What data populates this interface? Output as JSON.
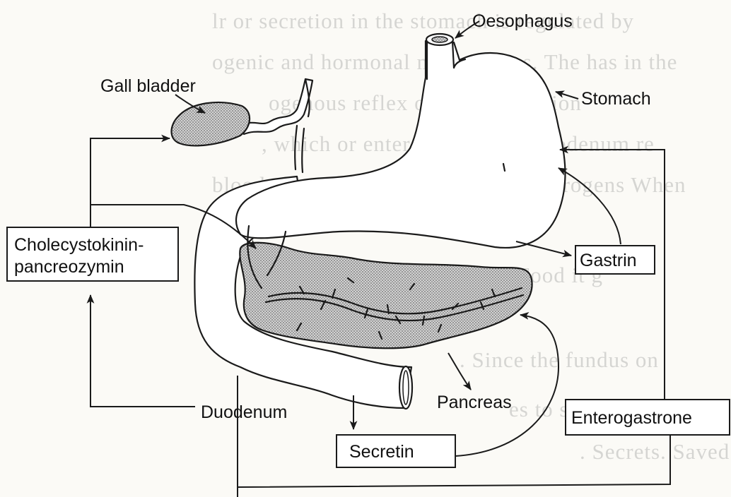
{
  "labels": {
    "oesophagus": "Oesophagus",
    "stomach": "Stomach",
    "gall_bladder": "Gall bladder",
    "duodenum": "Duodenum",
    "pancreas": "Pancreas"
  },
  "hormone_boxes": {
    "cck_line1": "Cholecystokinin-",
    "cck_line2": "pancreozymin",
    "gastrin": "Gastrin",
    "secretin": "Secretin",
    "enterogastrone": "Enterogastrone"
  },
  "colors": {
    "ink": "#1a1a1a",
    "organ_fill": "#ffffff",
    "stipple_fill": "#8c8c8c",
    "paper": "#fbfaf6"
  },
  "icons": [
    "arrowhead"
  ]
}
